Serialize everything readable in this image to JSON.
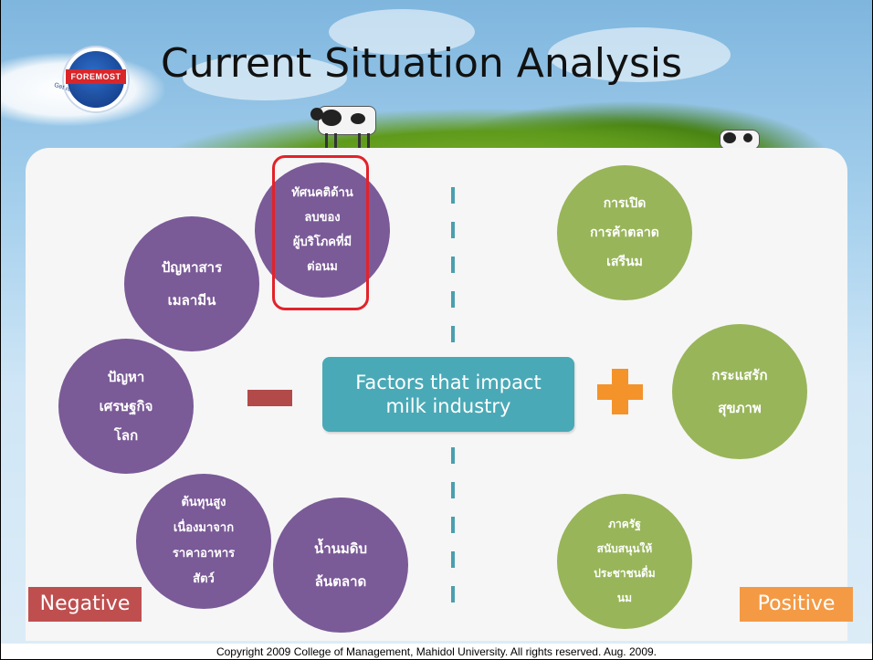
{
  "slide": {
    "title": "Current Situation Analysis",
    "logo": {
      "band_text": "FOREMOST",
      "tagline": "Get ready for life!"
    },
    "center": {
      "line1": "Factors that impact",
      "line2": "milk industry"
    },
    "negative_label": "Negative",
    "positive_label": "Positive",
    "negative_factors": [
      {
        "lines": [
          "ทัศนคติด้าน",
          "ลบของ",
          "ผู้บริโภคที่มี",
          "ต่อนม"
        ],
        "highlighted": true
      },
      {
        "lines": [
          "ปัญหาสาร",
          "เมลามีน"
        ]
      },
      {
        "lines": [
          "ปัญหา",
          "เศรษฐกิจ",
          "โลก"
        ]
      },
      {
        "lines": [
          "ต้นทุนสูง",
          "เนื่องมาจาก",
          "ราคาอาหาร",
          "สัตว์"
        ]
      },
      {
        "lines": [
          "น้ำนมดิบ",
          "ล้นตลาด"
        ]
      }
    ],
    "positive_factors": [
      {
        "lines": [
          "การเปิด",
          "การค้าตลาด",
          "เสรีนม"
        ]
      },
      {
        "lines": [
          "กระแสรัก",
          "สุขภาพ"
        ]
      },
      {
        "lines": [
          "ภาครัฐ",
          "สนับสนุนให้",
          "ประชาชนดื่ม",
          "นม"
        ]
      }
    ],
    "colors": {
      "negative": "#7a5a97",
      "positive": "#98b55a",
      "center": "#4aa9b6",
      "highlight": "#e3222a",
      "minus": "#b24a4a",
      "plus": "#f4932a"
    }
  },
  "footer": "Copyright 2009 College of Management, Mahidol University. All rights reserved. Aug. 2009."
}
